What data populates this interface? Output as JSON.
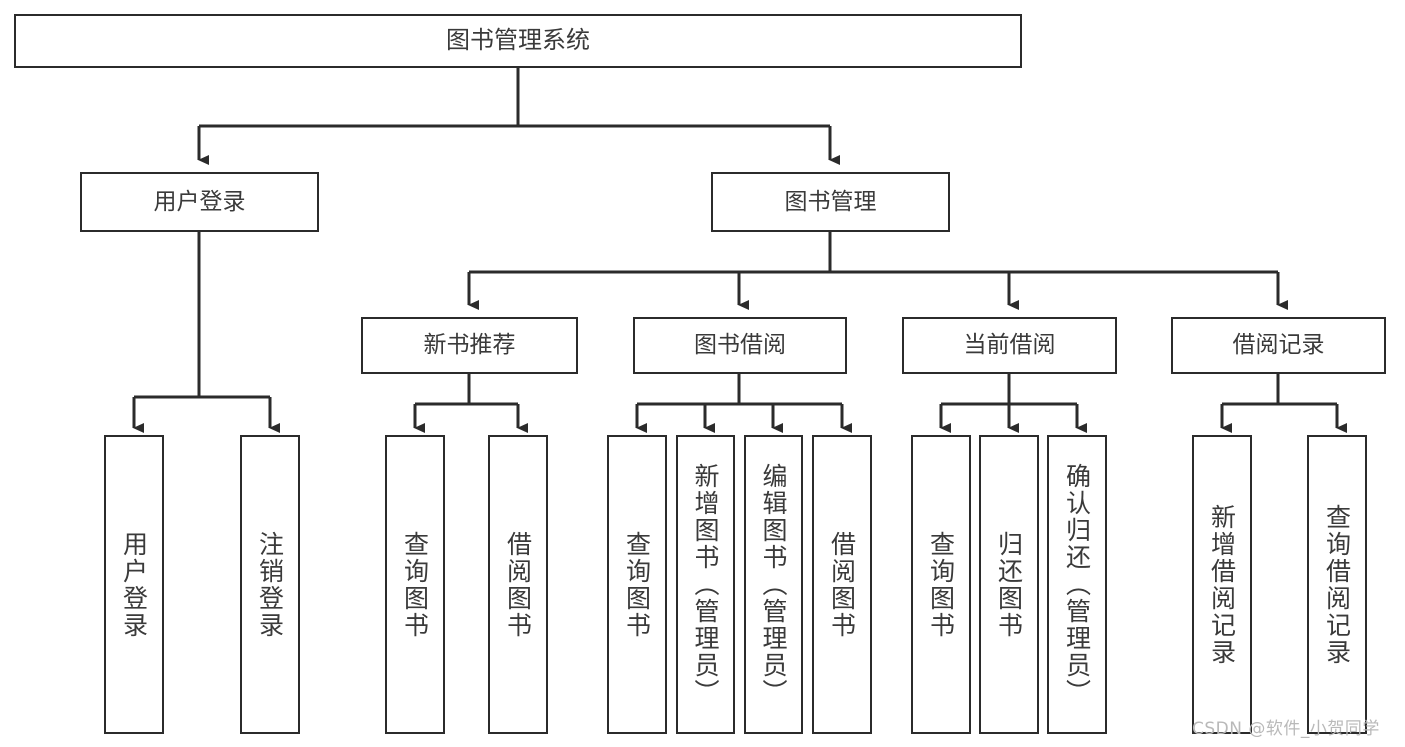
{
  "diagram": {
    "type": "tree-hierarchy",
    "title": "图书管理系统",
    "orientation": "top-down",
    "theme": {
      "box_border": "#2b2b2b",
      "box_fill": "#ffffff",
      "text": "#3a3a3a",
      "line": "#2b2b2b",
      "canvas": "#ffffff"
    },
    "nodes": {
      "root": {
        "label": "图书管理系统",
        "level": 0
      },
      "l1": [
        {
          "id": "user-login",
          "label": "用户登录"
        },
        {
          "id": "book-manage",
          "label": "图书管理"
        }
      ],
      "l2": [
        {
          "id": "new-book-recommend",
          "label": "新书推荐",
          "parent": "book-manage"
        },
        {
          "id": "book-borrow",
          "label": "图书借阅",
          "parent": "book-manage"
        },
        {
          "id": "current-borrow",
          "label": "当前借阅",
          "parent": "book-manage"
        },
        {
          "id": "borrow-record",
          "label": "借阅记录",
          "parent": "book-manage"
        }
      ],
      "leaves": [
        {
          "id": "leaf-user-login",
          "label": "用户登录",
          "parent": "user-login"
        },
        {
          "id": "leaf-logout-login",
          "label": "注销登录",
          "parent": "user-login"
        },
        {
          "id": "leaf-query-book-1",
          "label": "查询图书",
          "parent": "new-book-recommend"
        },
        {
          "id": "leaf-borrow-book-1",
          "label": "借阅图书",
          "parent": "new-book-recommend"
        },
        {
          "id": "leaf-query-book-2",
          "label": "查询图书",
          "parent": "book-borrow"
        },
        {
          "id": "leaf-add-book",
          "label": "新增图书（管理员）",
          "parent": "book-borrow"
        },
        {
          "id": "leaf-edit-book",
          "label": "编辑图书（管理员）",
          "parent": "book-borrow"
        },
        {
          "id": "leaf-borrow-book-2",
          "label": "借阅图书",
          "parent": "book-borrow"
        },
        {
          "id": "leaf-query-book-3",
          "label": "查询图书",
          "parent": "current-borrow"
        },
        {
          "id": "leaf-return-book",
          "label": "归还图书",
          "parent": "current-borrow"
        },
        {
          "id": "leaf-confirm-return",
          "label": "确认归还（管理员）",
          "parent": "current-borrow"
        },
        {
          "id": "leaf-add-record",
          "label": "新增借阅记录",
          "parent": "borrow-record"
        },
        {
          "id": "leaf-query-record",
          "label": "查询借阅记录",
          "parent": "borrow-record"
        }
      ]
    }
  },
  "watermark": {
    "text": "CSDN @软件_小贺同学"
  }
}
